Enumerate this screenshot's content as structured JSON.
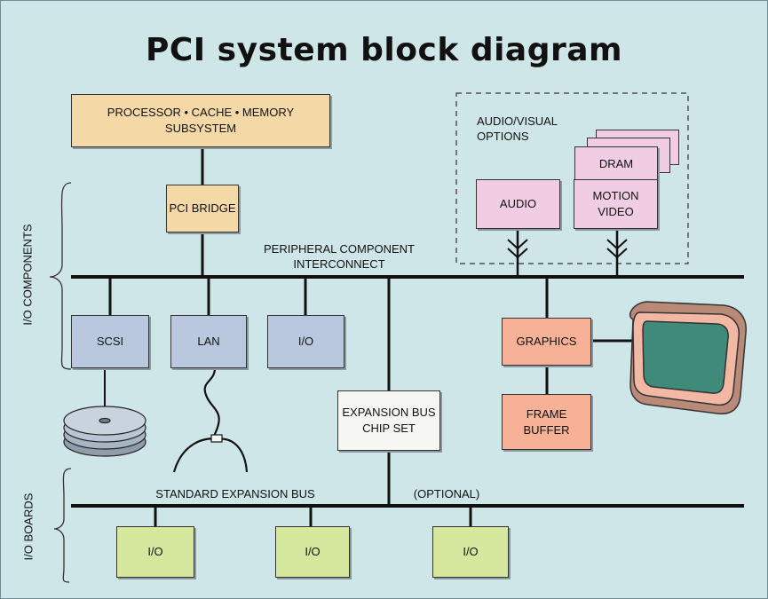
{
  "title": "PCI system block diagram",
  "boxes": {
    "processor": "PROCESSOR • CACHE • MEMORY SUBSYSTEM",
    "pci_bridge": "PCI BRIDGE",
    "audio": "AUDIO",
    "motion_video": "MOTION VIDEO",
    "dram": "DRAM",
    "scsi": "SCSI",
    "lan": "LAN",
    "io_component": "I/O",
    "graphics": "GRAPHICS",
    "frame_buffer": "FRAME BUFFER",
    "expansion_chipset": "EXPANSION BUS CHIP SET",
    "io_board_1": "I/O",
    "io_board_2": "I/O",
    "io_board_3": "I/O"
  },
  "labels": {
    "av_options": "AUDIO/VISUAL OPTIONS",
    "pci_bus": "PERIPHERAL COMPONENT INTERCONNECT",
    "std_bus": "STANDARD EXPANSION BUS",
    "optional": "(OPTIONAL)",
    "io_components": "I/O COMPONENTS",
    "io_boards": "I/O BOARDS"
  },
  "colors": {
    "background": "#cfe6e8",
    "processor": "#f4d9a6",
    "io_components": "#b9c8de",
    "av_options": "#f0cde3",
    "graphics": "#f6b196",
    "io_boards": "#d6e79e"
  }
}
